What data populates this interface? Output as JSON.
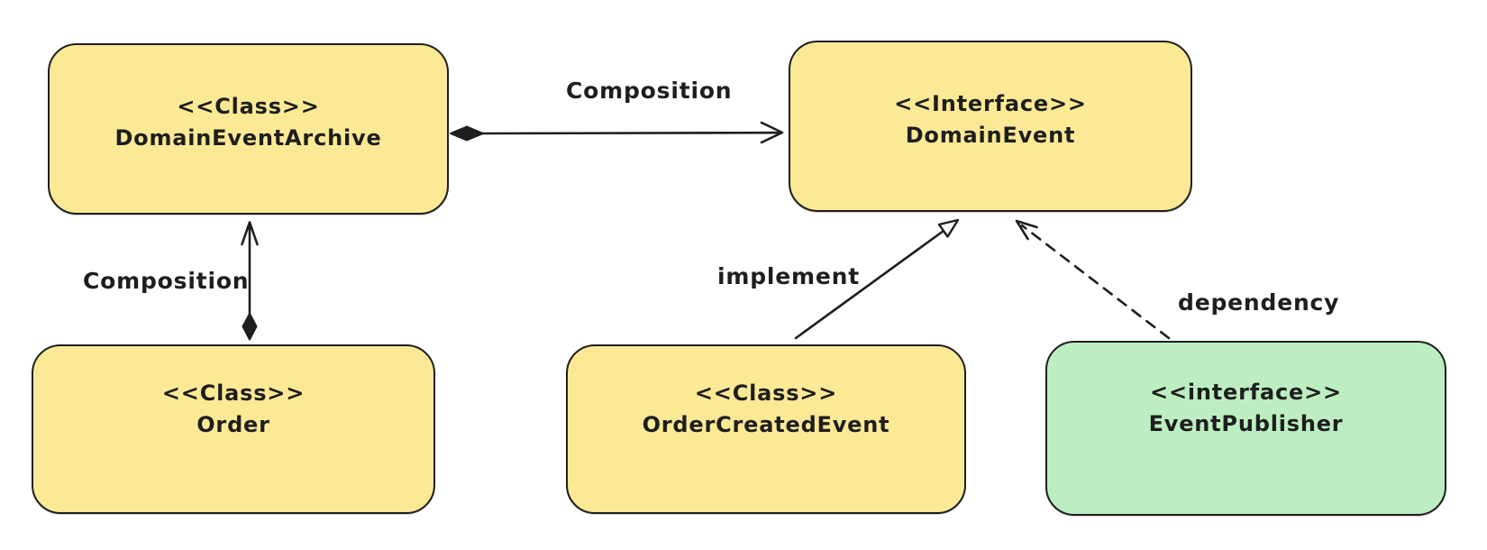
{
  "diagram": {
    "type": "uml-class-diagram",
    "style": "hand-drawn",
    "background": "#ffffff",
    "stroke_color": "#1e1e1e",
    "nodes": [
      {
        "id": "domain-event-archive",
        "stereotype": "<<Class>>",
        "name": "DomainEventArchive",
        "fill": "#fbe996"
      },
      {
        "id": "domain-event",
        "stereotype": "<<Interface>>",
        "name": "DomainEvent",
        "fill": "#fbe996"
      },
      {
        "id": "order",
        "stereotype": "<<Class>>",
        "name": "Order",
        "fill": "#fbe996"
      },
      {
        "id": "order-created-event",
        "stereotype": "<<Class>>",
        "name": "OrderCreatedEvent",
        "fill": "#fbe996"
      },
      {
        "id": "event-publisher",
        "stereotype": "<<interface>>",
        "name": "EventPublisher",
        "fill": "#bceec1"
      }
    ],
    "edges": [
      {
        "label": "Composition",
        "from": "DomainEventArchive",
        "to": "DomainEvent",
        "type": "composition",
        "line": "solid",
        "tail": "filled-diamond",
        "head": "open-arrow"
      },
      {
        "label": "Composition",
        "from": "Order",
        "to": "DomainEventArchive",
        "type": "composition",
        "line": "solid",
        "tail": "filled-diamond",
        "head": "open-arrow"
      },
      {
        "label": "implement",
        "from": "OrderCreatedEvent",
        "to": "DomainEvent",
        "type": "realization",
        "line": "solid",
        "tail": "none",
        "head": "open-triangle"
      },
      {
        "label": "dependency",
        "from": "EventPublisher",
        "to": "DomainEvent",
        "type": "dependency",
        "line": "dashed",
        "tail": "none",
        "head": "open-arrow"
      }
    ]
  }
}
